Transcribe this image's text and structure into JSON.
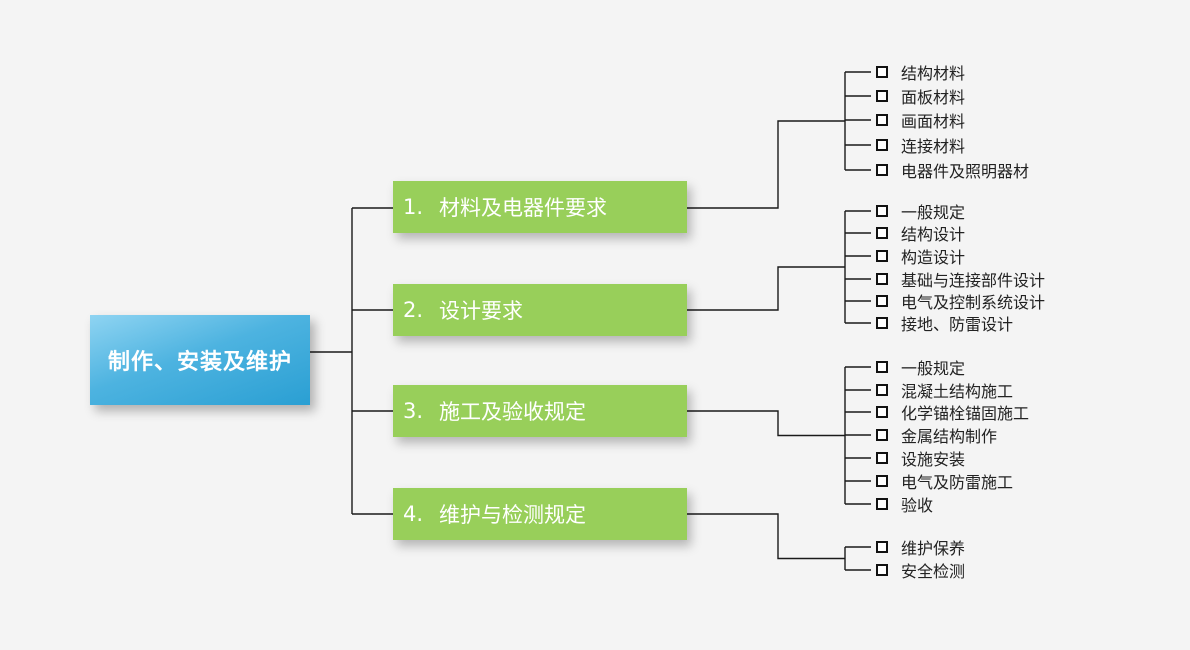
{
  "root": {
    "label": "制作、安装及维护"
  },
  "branches": [
    {
      "number": "1.",
      "label": "材料及电器件要求",
      "items": [
        "结构材料",
        "面板材料",
        "画面材料",
        "连接材料",
        "电器件及照明器材"
      ]
    },
    {
      "number": "2.",
      "label": "设计要求",
      "items": [
        "一般规定",
        "结构设计",
        "构造设计",
        "基础与连接部件设计",
        "电气及控制系统设计",
        "接地、防雷设计"
      ]
    },
    {
      "number": "3.",
      "label": "施工及验收规定",
      "items": [
        "一般规定",
        "混凝土结构施工",
        "化学锚栓锚固施工",
        "金属结构制作",
        "设施安装",
        "电气及防雷施工",
        "验收"
      ]
    },
    {
      "number": "4.",
      "label": "维护与检测规定",
      "items": [
        "维护保养",
        "安全检测"
      ]
    }
  ],
  "colors": {
    "root_fill": "#3aa8da",
    "branch_fill": "#98cf5a",
    "connector": "#1a1a1a",
    "background": "#f4f4f4"
  },
  "icons": {
    "leaf_marker": "checkbox-icon"
  }
}
